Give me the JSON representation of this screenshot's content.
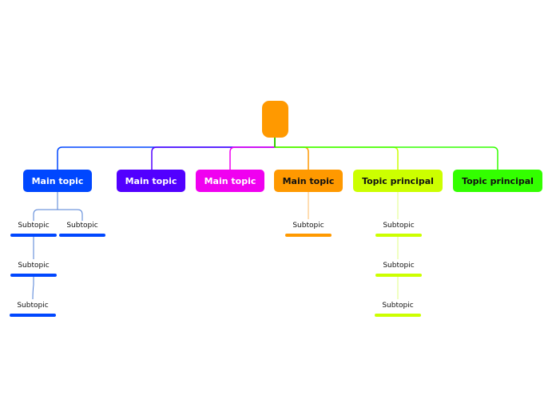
{
  "central": {
    "color": "#ff9900"
  },
  "topics": [
    {
      "label": "Main topic",
      "color": "#0047ff",
      "text_color": "#ffffff"
    },
    {
      "label": "Main topic",
      "color": "#5200ff",
      "text_color": "#ffffff"
    },
    {
      "label": "Main topic",
      "color": "#f000f0",
      "text_color": "#ffffff"
    },
    {
      "label": "Main topic",
      "color": "#ff9900",
      "text_color": "#111111"
    },
    {
      "label": "Topic principal",
      "color": "#ccff00",
      "text_color": "#111111"
    },
    {
      "label": "Topic principal",
      "color": "#33ff00",
      "text_color": "#111111"
    }
  ],
  "subtopics": [
    {
      "label": "Subtopic",
      "color": "#0047ff"
    },
    {
      "label": "Subtopic",
      "color": "#0047ff"
    },
    {
      "label": "Subtopic",
      "color": "#0047ff"
    },
    {
      "label": "Subtopic",
      "color": "#0047ff"
    },
    {
      "label": "Subtopic",
      "color": "#ff9900"
    },
    {
      "label": "Subtopic",
      "color": "#ccff00"
    },
    {
      "label": "Subtopic",
      "color": "#ccff00"
    },
    {
      "label": "Subtopic",
      "color": "#ccff00"
    }
  ]
}
